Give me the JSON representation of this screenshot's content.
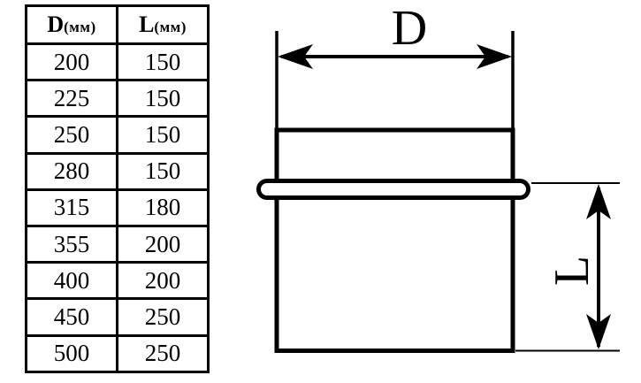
{
  "table": {
    "headers": [
      {
        "symbol": "D",
        "unit": "(мм)"
      },
      {
        "symbol": "L",
        "unit": "(мм)"
      }
    ],
    "rows": [
      [
        "200",
        "150"
      ],
      [
        "225",
        "150"
      ],
      [
        "250",
        "150"
      ],
      [
        "280",
        "150"
      ],
      [
        "315",
        "180"
      ],
      [
        "355",
        "200"
      ],
      [
        "400",
        "200"
      ],
      [
        "450",
        "250"
      ],
      [
        "500",
        "250"
      ]
    ]
  },
  "drawing": {
    "d_label": "D",
    "l_label": "L"
  },
  "colors": {
    "line": "#000000",
    "background": "#ffffff"
  }
}
